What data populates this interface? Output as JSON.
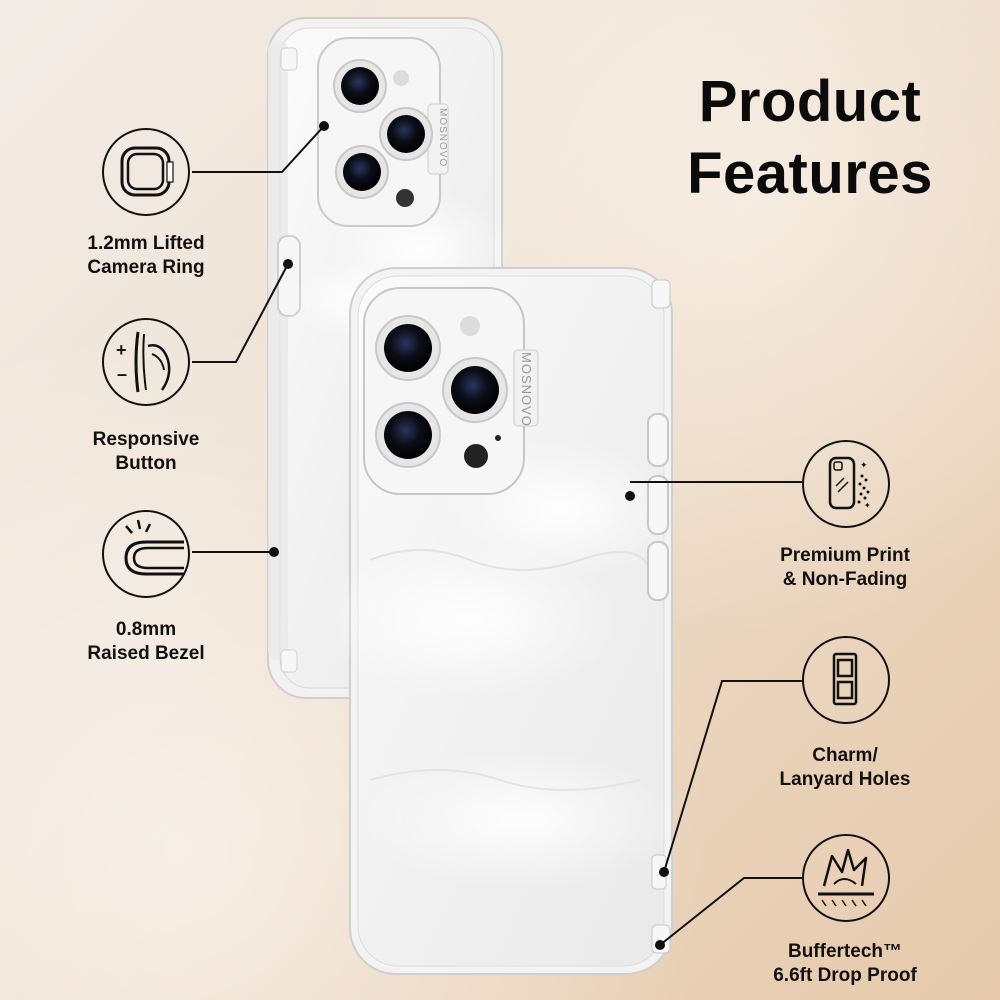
{
  "title": {
    "line1": "Product",
    "line2": "Features"
  },
  "brand_text": "MOSNOVO",
  "features": [
    {
      "line1": "1.2mm Lifted",
      "line2": "Camera Ring",
      "icon": "camera-ring-icon"
    },
    {
      "line1": "Responsive",
      "line2": "Button",
      "icon": "button-icon"
    },
    {
      "line1": "0.8mm",
      "line2": "Raised Bezel",
      "icon": "bezel-icon"
    },
    {
      "line1": "Premium Print",
      "line2": "& Non-Fading",
      "icon": "print-icon"
    },
    {
      "line1": "Charm/",
      "line2": "Lanyard Holes",
      "icon": "lanyard-holes-icon"
    },
    {
      "line1": "Buffertech™",
      "line2": "6.6ft Drop Proof",
      "icon": "drop-proof-icon"
    }
  ],
  "colors": {
    "background": "#efe3d6",
    "text": "#111111",
    "case": "#ffffff"
  }
}
